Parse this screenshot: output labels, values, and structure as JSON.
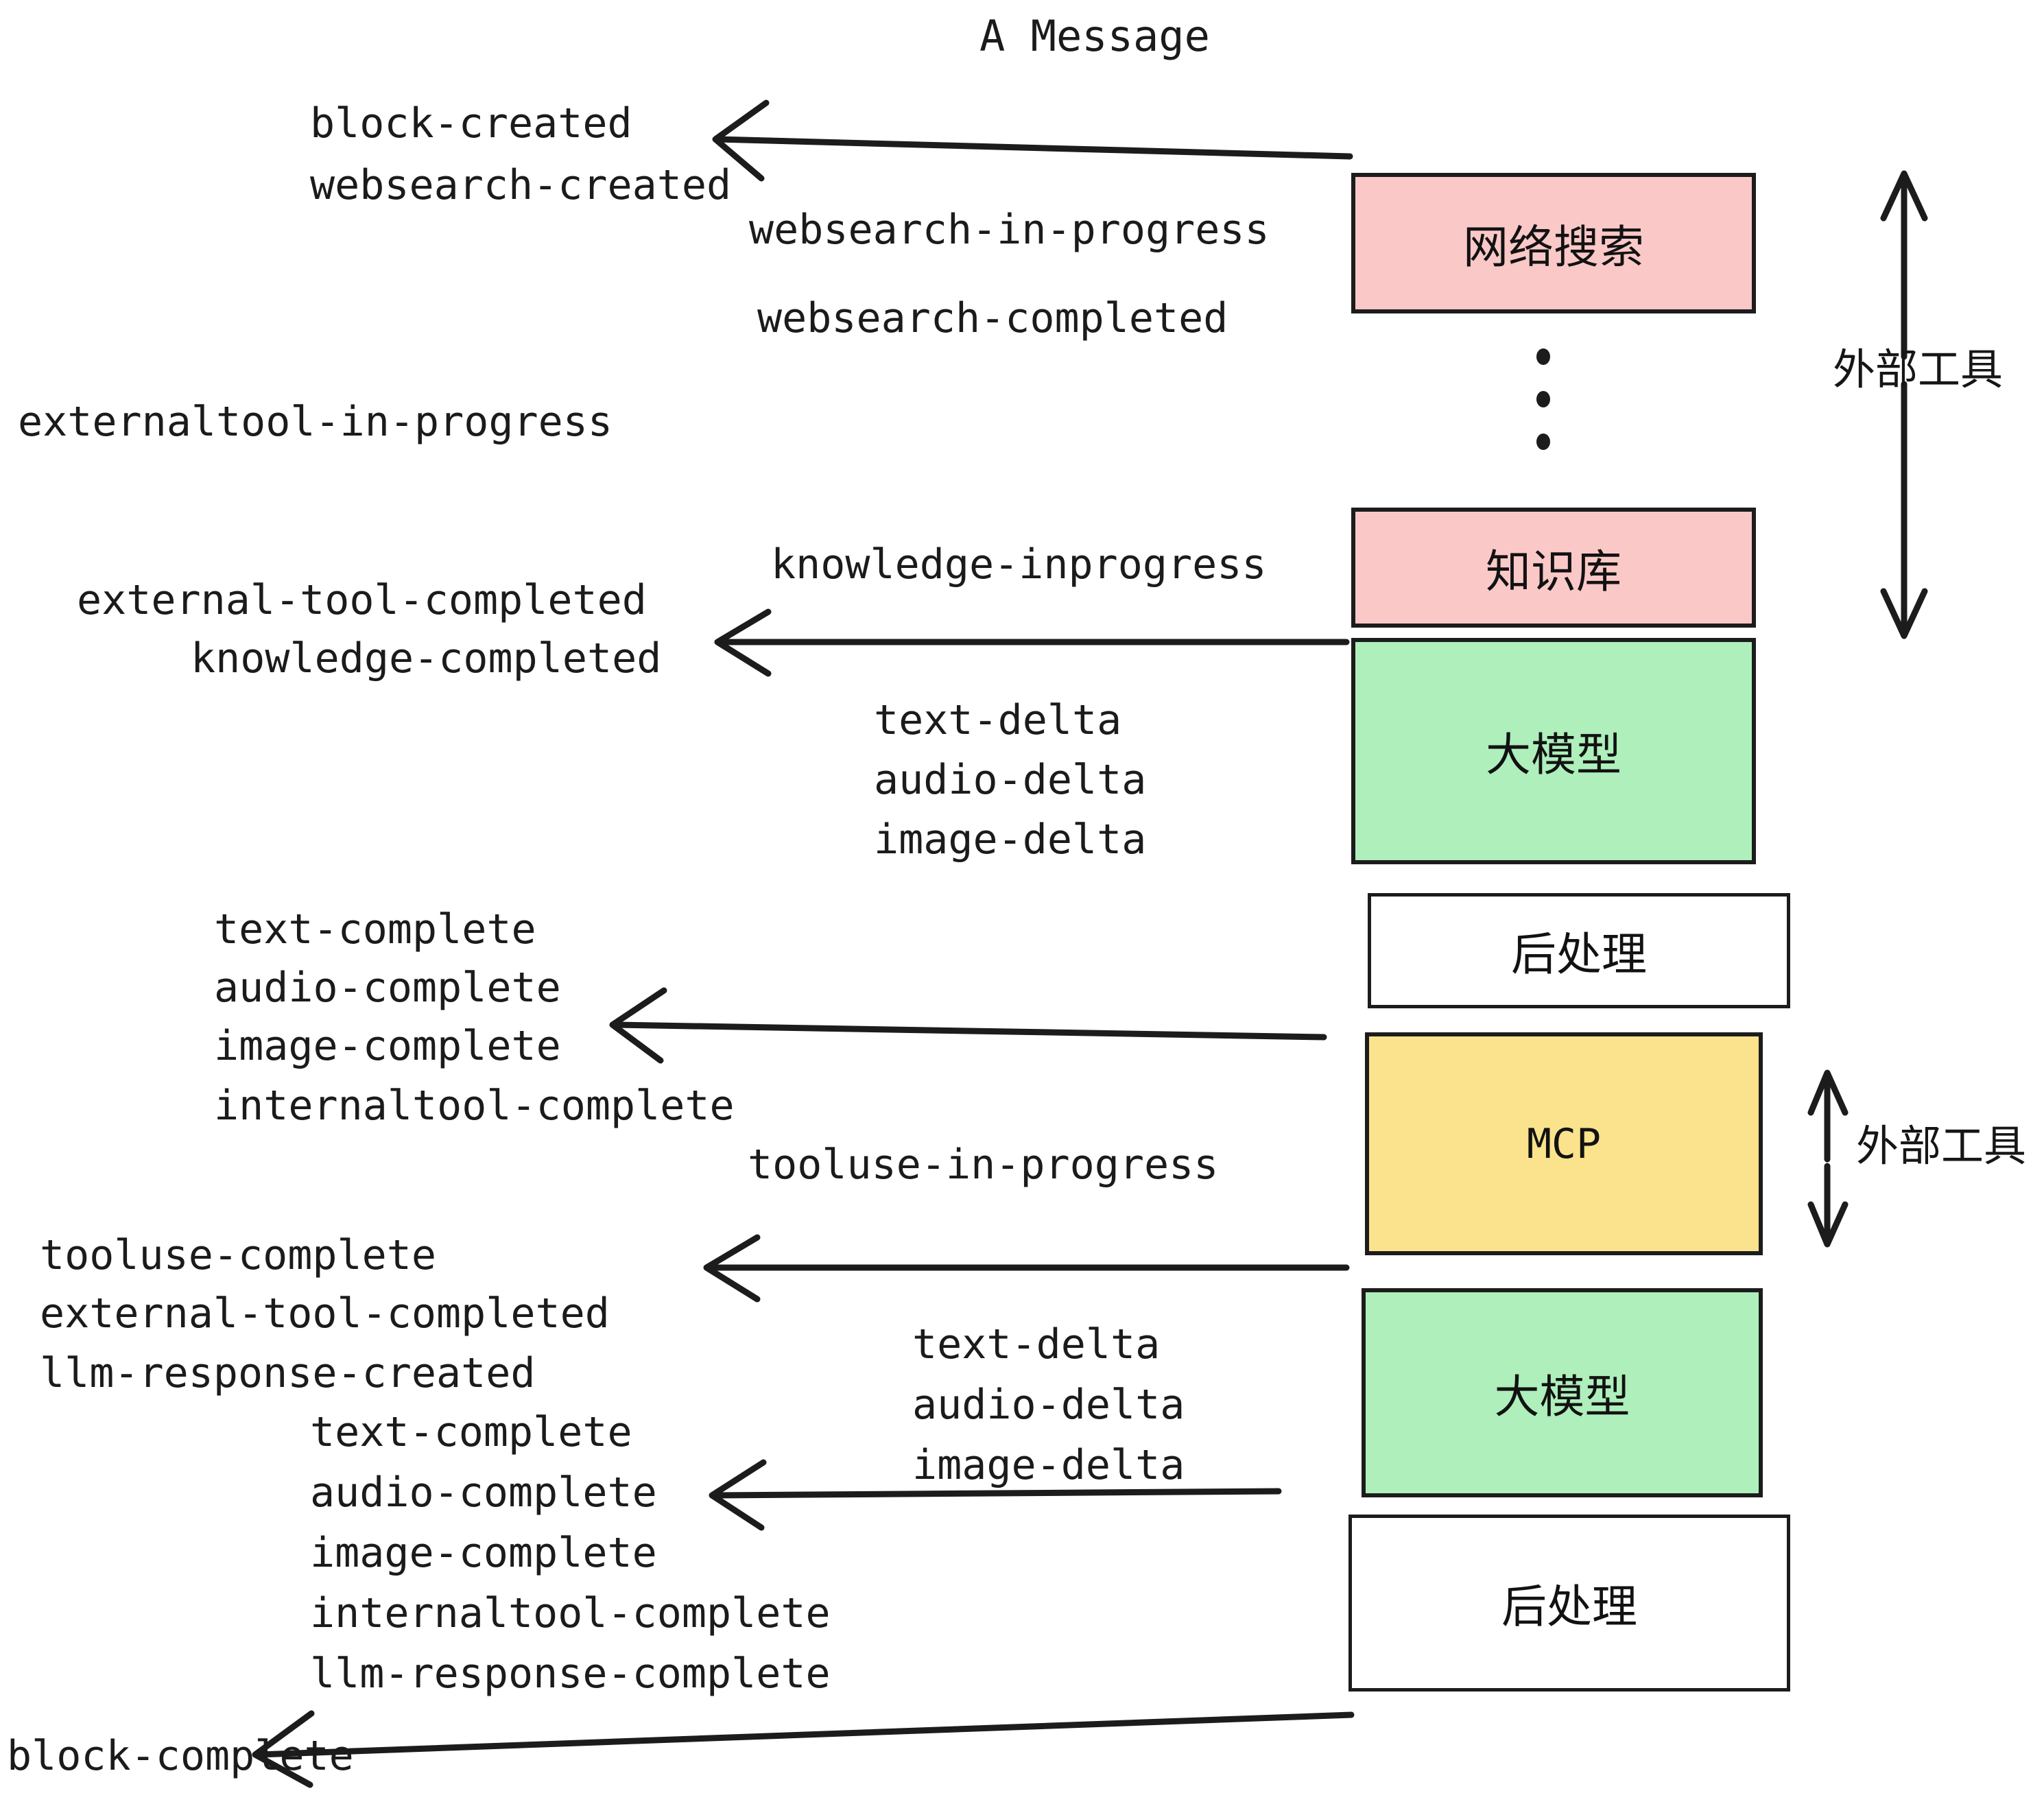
{
  "title": "A Message",
  "colors": {
    "external_tool_box": "#FBC8C8",
    "llm_box": "#AEEFBB",
    "mcp_box": "#FAE38C",
    "postprocess_box": "#FFFFFF",
    "stroke": "#1c1c1c",
    "background": "#ffffff"
  },
  "boxes": [
    {
      "id": "websearch",
      "label": "网络搜索",
      "fill": "#FBC8C8"
    },
    {
      "id": "knowledge",
      "label": "知识库",
      "fill": "#FBC8C8"
    },
    {
      "id": "llm-1",
      "label": "大模型",
      "fill": "#AEEFBB"
    },
    {
      "id": "postprocess-1",
      "label": "后处理",
      "fill": "#FFFFFF"
    },
    {
      "id": "mcp",
      "label": "MCP",
      "fill": "#FAE38C"
    },
    {
      "id": "llm-2",
      "label": "大模型",
      "fill": "#AEEFBB"
    },
    {
      "id": "postprocess-2",
      "label": "后处理",
      "fill": "#FFFFFF"
    }
  ],
  "side_labels": [
    {
      "id": "external-tool-top",
      "label": "外部工具"
    },
    {
      "id": "external-tool-bottom",
      "label": "外部工具"
    }
  ],
  "events": [
    {
      "id": "block-created",
      "text": "block-created"
    },
    {
      "id": "websearch-created",
      "text": "websearch-created"
    },
    {
      "id": "websearch-in-progress",
      "text": "websearch-in-progress"
    },
    {
      "id": "websearch-completed",
      "text": "websearch-completed"
    },
    {
      "id": "externaltool-in-progress",
      "text": "externaltool-in-progress"
    },
    {
      "id": "knowledge-inprogress",
      "text": "knowledge-inprogress"
    },
    {
      "id": "external-tool-completed-1",
      "text": "external-tool-completed"
    },
    {
      "id": "knowledge-completed",
      "text": "knowledge-completed"
    },
    {
      "id": "text-delta-1",
      "text": "text-delta"
    },
    {
      "id": "audio-delta-1",
      "text": "audio-delta"
    },
    {
      "id": "image-delta-1",
      "text": "image-delta"
    },
    {
      "id": "text-complete-1",
      "text": "text-complete"
    },
    {
      "id": "audio-complete-1",
      "text": "audio-complete"
    },
    {
      "id": "image-complete-1",
      "text": "image-complete"
    },
    {
      "id": "internaltool-complete-1",
      "text": "internaltool-complete"
    },
    {
      "id": "tooluse-in-progress",
      "text": "tooluse-in-progress"
    },
    {
      "id": "tooluse-complete",
      "text": "tooluse-complete"
    },
    {
      "id": "external-tool-completed-2",
      "text": "external-tool-completed"
    },
    {
      "id": "llm-response-created",
      "text": "llm-response-created"
    },
    {
      "id": "text-delta-2",
      "text": "text-delta"
    },
    {
      "id": "audio-delta-2",
      "text": "audio-delta"
    },
    {
      "id": "image-delta-2",
      "text": "image-delta"
    },
    {
      "id": "text-complete-2",
      "text": "text-complete"
    },
    {
      "id": "audio-complete-2",
      "text": "audio-complete"
    },
    {
      "id": "image-complete-2",
      "text": "image-complete"
    },
    {
      "id": "internaltool-complete-2",
      "text": "internaltool-complete"
    },
    {
      "id": "llm-response-complete",
      "text": "llm-response-complete"
    },
    {
      "id": "block-complete",
      "text": "block-complete"
    }
  ]
}
